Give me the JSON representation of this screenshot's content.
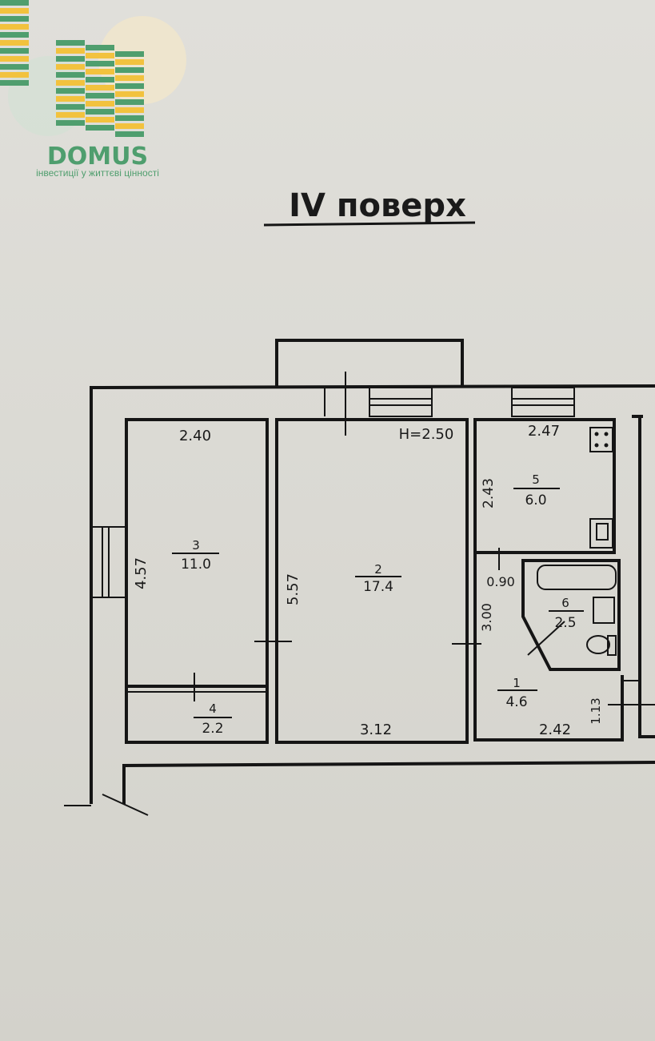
{
  "logo": {
    "brand": "DOMUS",
    "tagline": "інвестиції у життєві цінності",
    "colors": {
      "green": "#4f9e6e",
      "yellow": "#f2c23e",
      "pale": "#f3e7c9"
    }
  },
  "floor_title": "IV поверх",
  "ceiling_height": "H=2.50",
  "rooms": [
    {
      "number": "1",
      "area": "4.6"
    },
    {
      "number": "2",
      "area": "17.4"
    },
    {
      "number": "3",
      "area": "11.0"
    },
    {
      "number": "4",
      "area": "2.2"
    },
    {
      "number": "5",
      "area": "6.0"
    },
    {
      "number": "6",
      "area": "2.5"
    }
  ],
  "dimensions": {
    "room3_width": "2.40",
    "room3_length": "4.57",
    "room2_length": "5.57",
    "room2_width": "3.12",
    "room5_width": "2.47",
    "room5_length": "2.43",
    "room6_door": "0.90",
    "room1_length": "3.00",
    "room1_width": "2.42",
    "room1_side": "1.13"
  }
}
